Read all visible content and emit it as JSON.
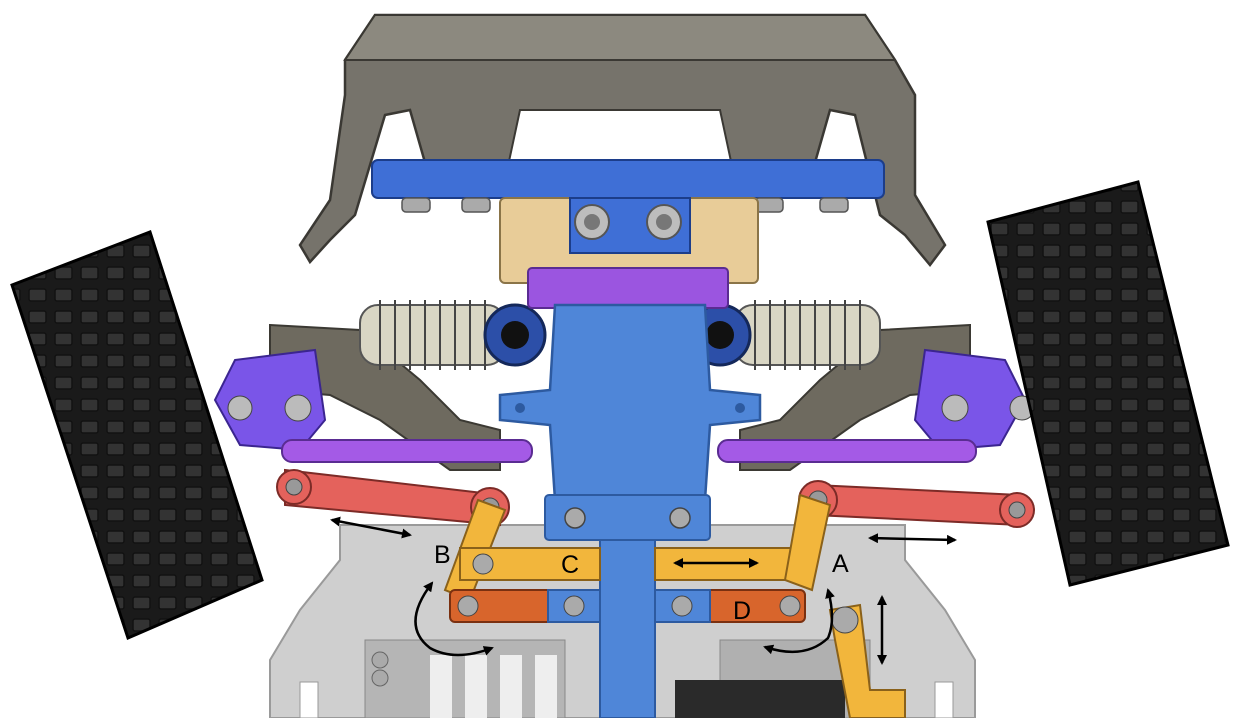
{
  "labels": {
    "a": "A",
    "b": "B",
    "c": "C",
    "d": "D"
  },
  "colors": {
    "bumper": "#76736b",
    "chassis_blue": "#4f86d8",
    "mount_blue": "#3f6fd6",
    "beige": "#e8cc98",
    "purple": "#9b55e0",
    "tie_rod_purple": "#a45ae6",
    "arm_brown": "#6e6a5f",
    "red_link": "#e4625c",
    "yellow_link": "#f2b63c",
    "orange_link": "#d8652c",
    "tire": "#222222",
    "spring": "#d9d6c4",
    "plate": "#c8c8c8",
    "arrow": "#000000"
  }
}
